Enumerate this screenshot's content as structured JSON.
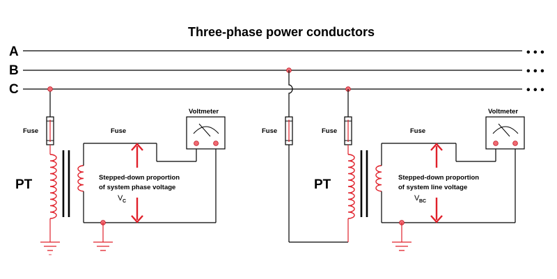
{
  "title": "Three-phase power conductors",
  "conductors": [
    {
      "label": "A"
    },
    {
      "label": "B"
    },
    {
      "label": "C"
    }
  ],
  "continuation": "• • •",
  "left_circuit": {
    "fuse_primary_label": "Fuse",
    "fuse_secondary_label": "Fuse",
    "pt_label": "PT",
    "voltmeter_label": "Voltmeter",
    "description_line1": "Stepped-down proportion",
    "description_line2": "of system phase voltage",
    "voltage_symbol": "V",
    "voltage_subscript": "C"
  },
  "right_circuit": {
    "fuse_b_label": "Fuse",
    "fuse_c_label": "Fuse",
    "fuse_secondary_label": "Fuse",
    "pt_label": "PT",
    "voltmeter_label": "Voltmeter",
    "description_line1": "Stepped-down proportion",
    "description_line2": "of system line voltage",
    "voltage_symbol": "V",
    "voltage_subscript": "BC"
  },
  "colors": {
    "wire": "#000000",
    "coil": "#e0202a",
    "junction": "#f06a73"
  }
}
